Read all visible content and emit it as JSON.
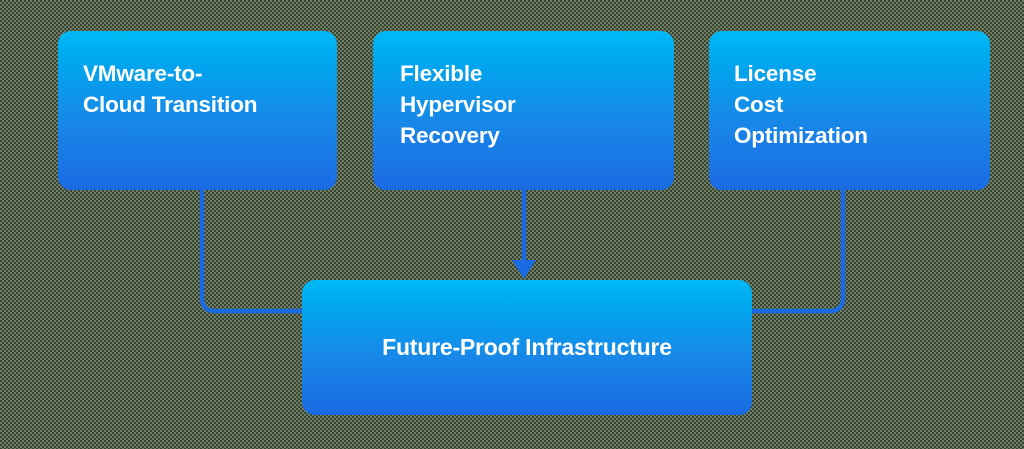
{
  "diagram": {
    "type": "flowchart",
    "orientation": "top-down-converging",
    "background": "transparent-checkerboard",
    "colors": {
      "node_gradient_top": "#00b9f5",
      "node_gradient_bottom": "#1a6ae2",
      "node_text": "#ffffff",
      "connector": "#1a6ae2"
    },
    "nodes": [
      {
        "id": "vmware",
        "label": "VMware-to-\nCloud Transition",
        "lines": [
          "VMware-to-",
          "Cloud Transition"
        ],
        "row": "top",
        "column": 1
      },
      {
        "id": "hypervisor",
        "label": "Flexible\nHypervisor\nRecovery",
        "lines": [
          "Flexible",
          "Hypervisor",
          "Recovery"
        ],
        "row": "top",
        "column": 2
      },
      {
        "id": "license",
        "label": "License\nCost\nOptimization",
        "lines": [
          "License",
          "Cost",
          "Optimization"
        ],
        "row": "top",
        "column": 3
      },
      {
        "id": "future",
        "label": "Future-Proof Infrastructure",
        "lines": [
          "Future-Proof Infrastructure"
        ],
        "row": "bottom",
        "column": 0
      }
    ],
    "edges": [
      {
        "id": "edge-vmware-to-future",
        "from": "vmware",
        "to": "future",
        "style": "elbow-right",
        "arrowhead": false
      },
      {
        "id": "edge-hypervisor-to-future",
        "from": "hypervisor",
        "to": "future",
        "style": "straight-down",
        "arrowhead": true
      },
      {
        "id": "edge-license-to-future",
        "from": "license",
        "to": "future",
        "style": "elbow-left",
        "arrowhead": false
      }
    ]
  }
}
